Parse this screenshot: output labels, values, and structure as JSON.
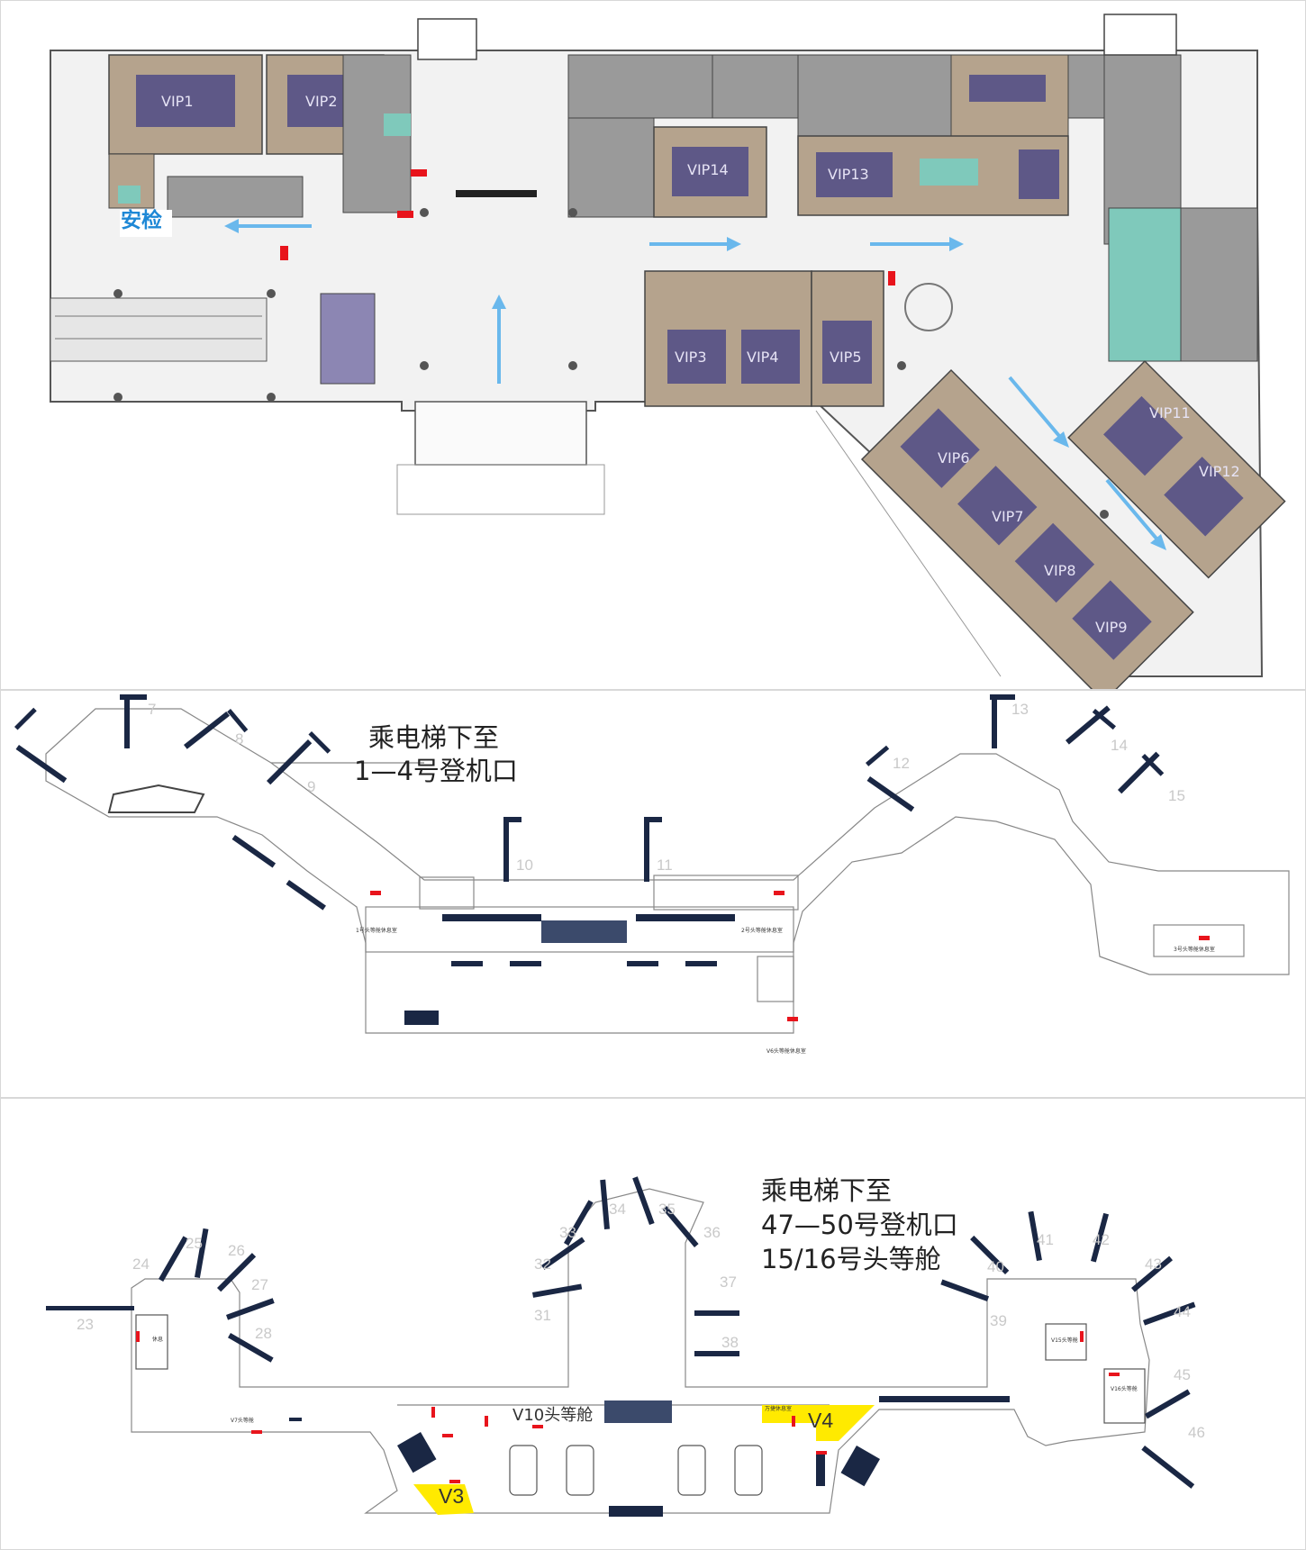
{
  "top_map": {
    "security_label": "安检",
    "vip_rooms": [
      "VIP1",
      "VIP2",
      "VIP14",
      "VIP13",
      "VIP3",
      "VIP4",
      "VIP5",
      "VIP6",
      "VIP7",
      "VIP8",
      "VIP9",
      "VIP11",
      "VIP12"
    ],
    "accent_color": "#6ab8ec",
    "room_fill": "#b5a38d",
    "vip_fill": "#5e5887",
    "service_fill": "#9a9a9a",
    "restroom_fill": "#7fc9bb",
    "marker_color": "#e8141c"
  },
  "middle_map": {
    "instruction": [
      "乘电梯下至",
      "1—4号登机口"
    ],
    "gates": [
      "7",
      "8",
      "9",
      "10",
      "11",
      "12",
      "13",
      "14",
      "15"
    ],
    "lounge_labels": [
      "1号头等舱休息室",
      "2号头等舱休息室",
      "3号头等舱休息室",
      "V6头等舱休息室"
    ]
  },
  "bottom_map": {
    "instruction": [
      "乘电梯下至",
      "47—50号登机口",
      "15/16号头等舱"
    ],
    "gates": [
      "23",
      "24",
      "25",
      "26",
      "27",
      "28",
      "31",
      "32",
      "33",
      "34",
      "35",
      "36",
      "37",
      "38",
      "39",
      "40",
      "41",
      "42",
      "43",
      "44",
      "45",
      "46"
    ],
    "lounge_v10": "V10头等舱",
    "zone_v4": "V4",
    "zone_v3": "V3",
    "zone_fill": "#ffea00",
    "tiny_labels": [
      "V7头等舱",
      "V15头等舱",
      "V16头等舱",
      "休息",
      "万捷休息室"
    ]
  }
}
